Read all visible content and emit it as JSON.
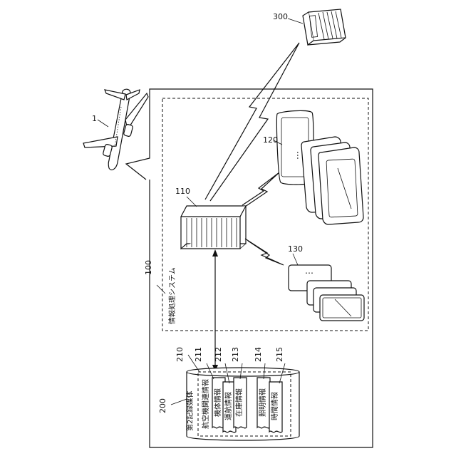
{
  "refs": {
    "airplane": "1",
    "system": "100",
    "server": "110",
    "large_terminals": "120",
    "small_terminals": "130",
    "storage": "200",
    "aviation_info": "210",
    "airframe_info": "211",
    "operation_info": "212",
    "inventory_info": "213",
    "lighting_info": "214",
    "time_info": "215",
    "external_server": "300"
  },
  "labels": {
    "system_name": "情報処理システム",
    "storage_name": "第2記録媒体",
    "aviation_info": "航空機関連情報",
    "airframe_info": "機体情報",
    "operation_info": "運航情報",
    "inventory_info": "在庫情報",
    "lighting_info": "照明情報",
    "time_info": "時間情報"
  },
  "ellipsis": "…"
}
